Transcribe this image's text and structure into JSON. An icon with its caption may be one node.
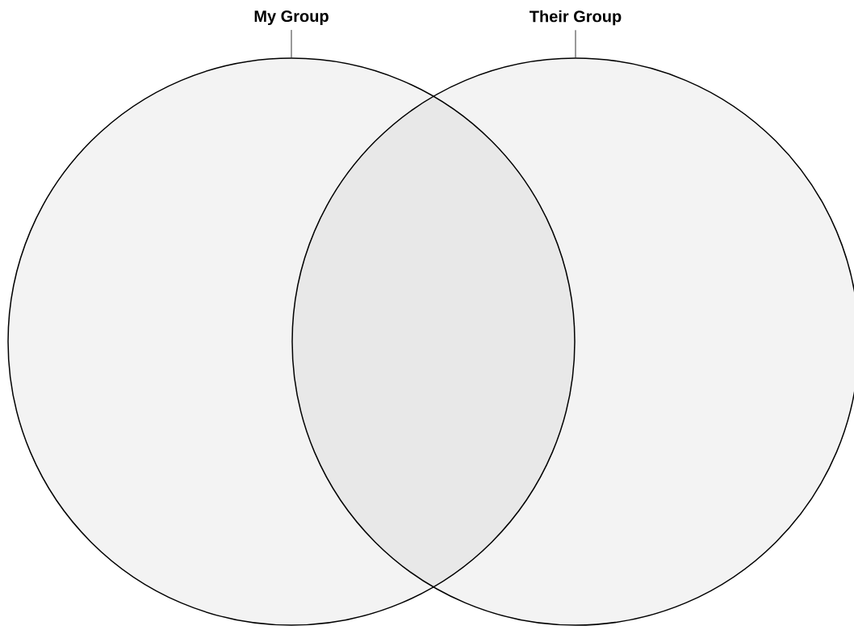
{
  "diagram": {
    "nodes": [
      {
        "text": [
          "My Group"
        ]
      },
      {
        "text": [
          "Their Group"
        ]
      },
      {
        "text": [],
        "shape": "circle"
      },
      {
        "text": [],
        "shape": "circle"
      }
    ],
    "edges": [
      {
        "from": 0,
        "to": 2,
        "arrow": "none"
      },
      {
        "from": 1,
        "to": 3,
        "arrow": "none"
      }
    ]
  }
}
